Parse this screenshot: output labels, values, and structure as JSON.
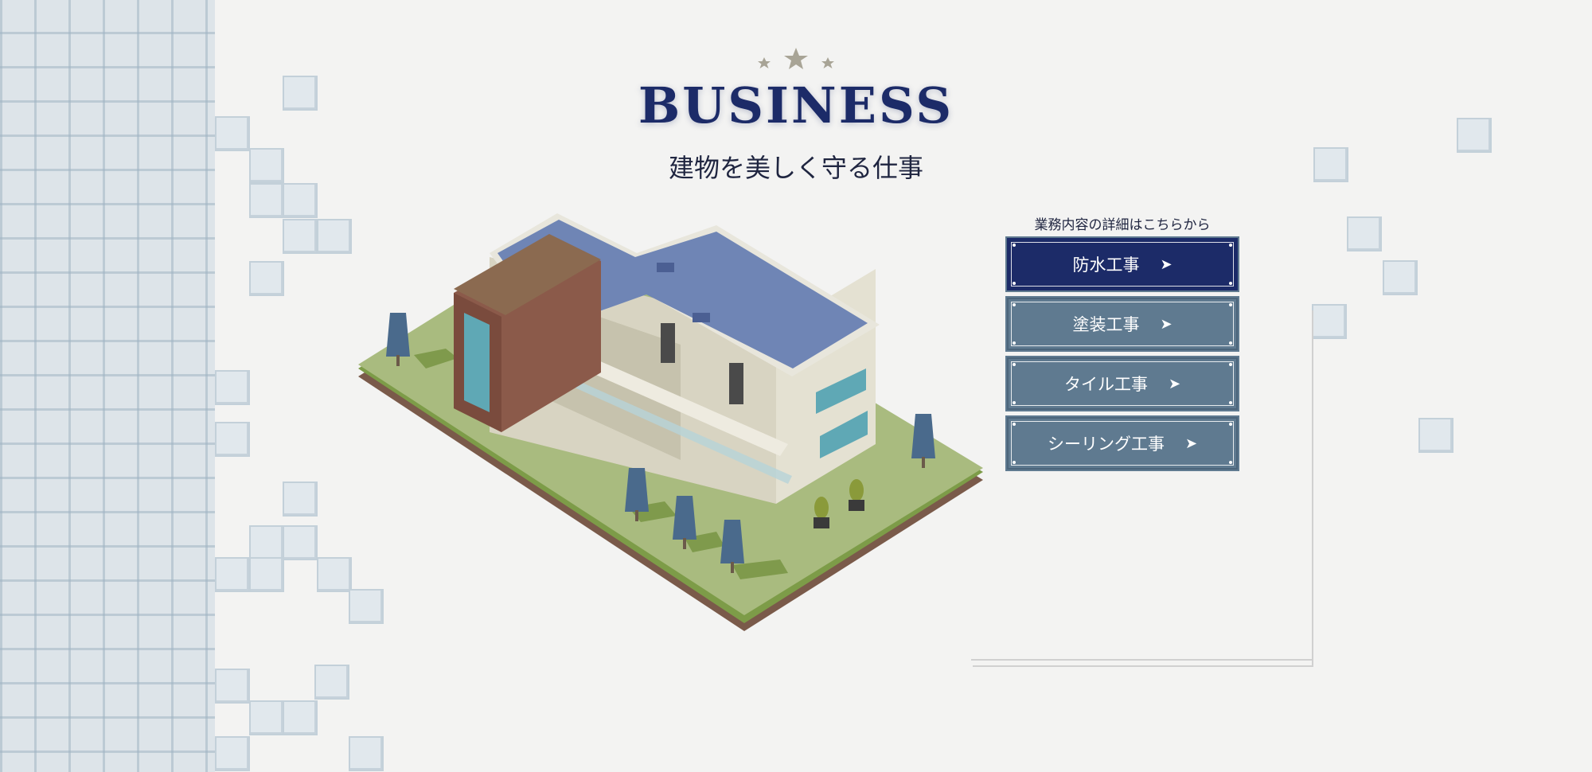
{
  "header": {
    "title": "BUSINESS",
    "subtitle": "建物を美しく守る仕事"
  },
  "menu": {
    "caption": "業務内容の詳細はこちらから",
    "items": [
      {
        "label": "防水工事",
        "arrow": "➤",
        "active": true
      },
      {
        "label": "塗装工事",
        "arrow": "➤",
        "active": false
      },
      {
        "label": "タイル工事",
        "arrow": "➤",
        "active": false
      },
      {
        "label": "シーリング工事",
        "arrow": "➤",
        "active": false
      }
    ]
  },
  "colors": {
    "navy": "#1c2b68",
    "button_slate": "#5f7a90",
    "background": "#f3f3f2",
    "roof": "#6f85b5",
    "grass": "#a9bb7f",
    "brick": "#8b5a4a"
  },
  "icons": [
    "star-icon",
    "arrow-right-icon"
  ]
}
